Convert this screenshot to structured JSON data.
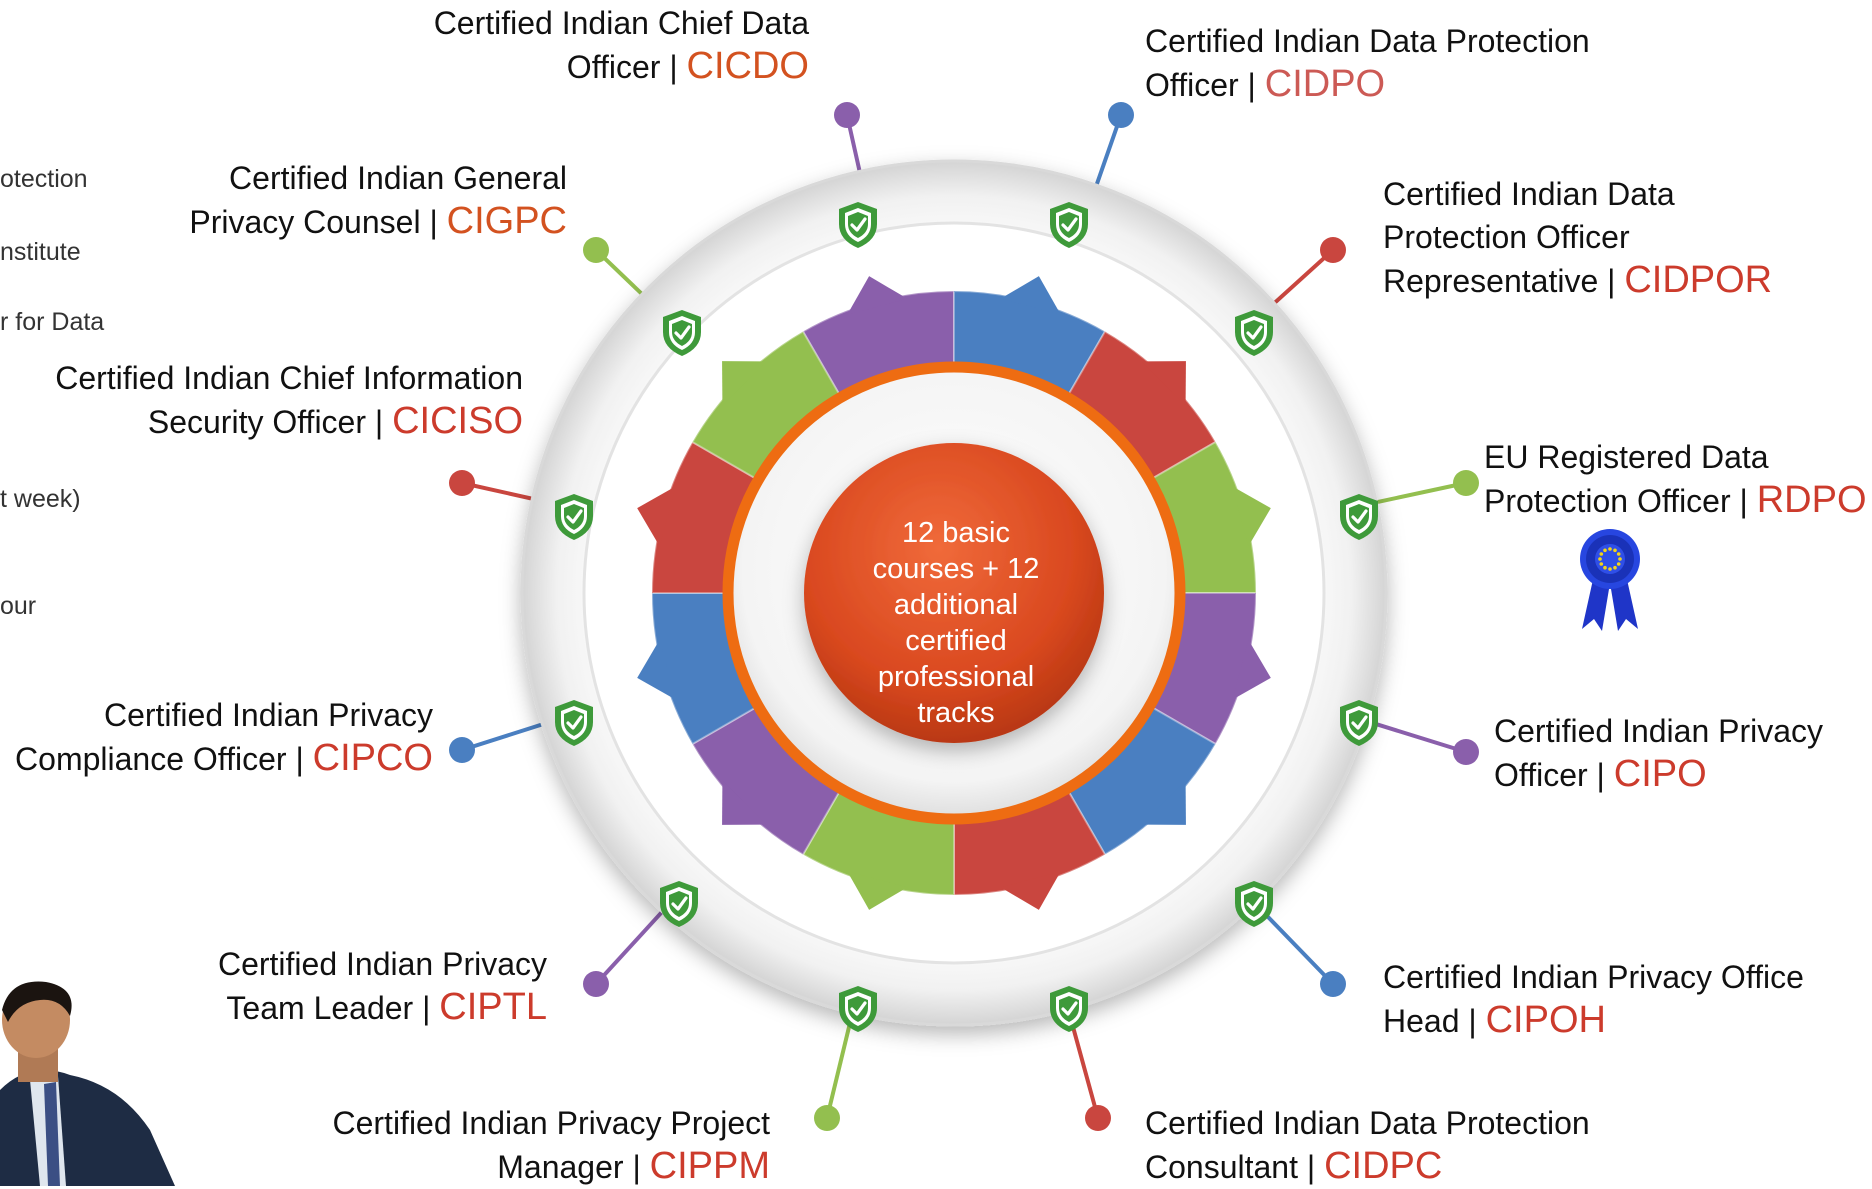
{
  "center": {
    "lines": [
      "12 basic",
      "courses + 12",
      "additional",
      "certified",
      "professional",
      "tracks"
    ]
  },
  "side_fragments": [
    "otection",
    "nstitute",
    "r for Data",
    "t week)",
    "our"
  ],
  "colors": {
    "purple": "#8a5fab",
    "blue": "#4a7fc1",
    "red": "#c9463f",
    "green": "#93bf4f",
    "orange_ring": "#ee6c12",
    "center_fill": "#d9481f",
    "abbr_red": "#cc3b2c",
    "shield_green": "#3e9a3a"
  },
  "icons": [
    "shield-check-icon",
    "eu-rosette-icon",
    "person-photo"
  ],
  "tracks": [
    {
      "lines": [
        "Certified Indian Chief Data",
        "Officer | "
      ],
      "abbr": "CICDO",
      "abbr_color": "#d35220",
      "color": "purple"
    },
    {
      "lines": [
        "Certified Indian Data Protection",
        "Officer | "
      ],
      "abbr": "CIDPO",
      "abbr_color": "#cc5a55",
      "color": "blue"
    },
    {
      "lines": [
        "Certified Indian Data",
        "Protection Officer",
        "Representative | "
      ],
      "abbr": "CIDPOR",
      "abbr_color": "#cc3b2c",
      "color": "red"
    },
    {
      "lines": [
        "EU Registered Data",
        "Protection Officer | "
      ],
      "abbr": "RDPO",
      "abbr_color": "#cc3b2c",
      "color": "green"
    },
    {
      "lines": [
        "Certified Indian Privacy",
        "Officer | "
      ],
      "abbr": "CIPO",
      "abbr_color": "#cc3b2c",
      "color": "purple"
    },
    {
      "lines": [
        "Certified Indian Privacy Office",
        "Head | "
      ],
      "abbr": "CIPOH",
      "abbr_color": "#cc3b2c",
      "color": "blue"
    },
    {
      "lines": [
        "Certified Indian Data Protection",
        "Consultant | "
      ],
      "abbr": "CIDPC",
      "abbr_color": "#cc3b2c",
      "color": "red"
    },
    {
      "lines": [
        "Certified Indian Privacy Project",
        "Manager | "
      ],
      "abbr": "CIPPM",
      "abbr_color": "#cc3b2c",
      "color": "green"
    },
    {
      "lines": [
        "Certified Indian Privacy",
        "Team Leader | "
      ],
      "abbr": "CIPTL",
      "abbr_color": "#cc3b2c",
      "color": "purple"
    },
    {
      "lines": [
        "Certified Indian Privacy",
        "Compliance Officer | "
      ],
      "abbr": "CIPCO",
      "abbr_color": "#cc3b2c",
      "color": "blue"
    },
    {
      "lines": [
        "Certified Indian Chief Information",
        "Security Officer | "
      ],
      "abbr": "CICISO",
      "abbr_color": "#cc3b2c",
      "color": "red"
    },
    {
      "lines": [
        "Certified Indian General",
        "Privacy Counsel  | "
      ],
      "abbr": "CIGPC",
      "abbr_color": "#d35220",
      "color": "green"
    }
  ]
}
